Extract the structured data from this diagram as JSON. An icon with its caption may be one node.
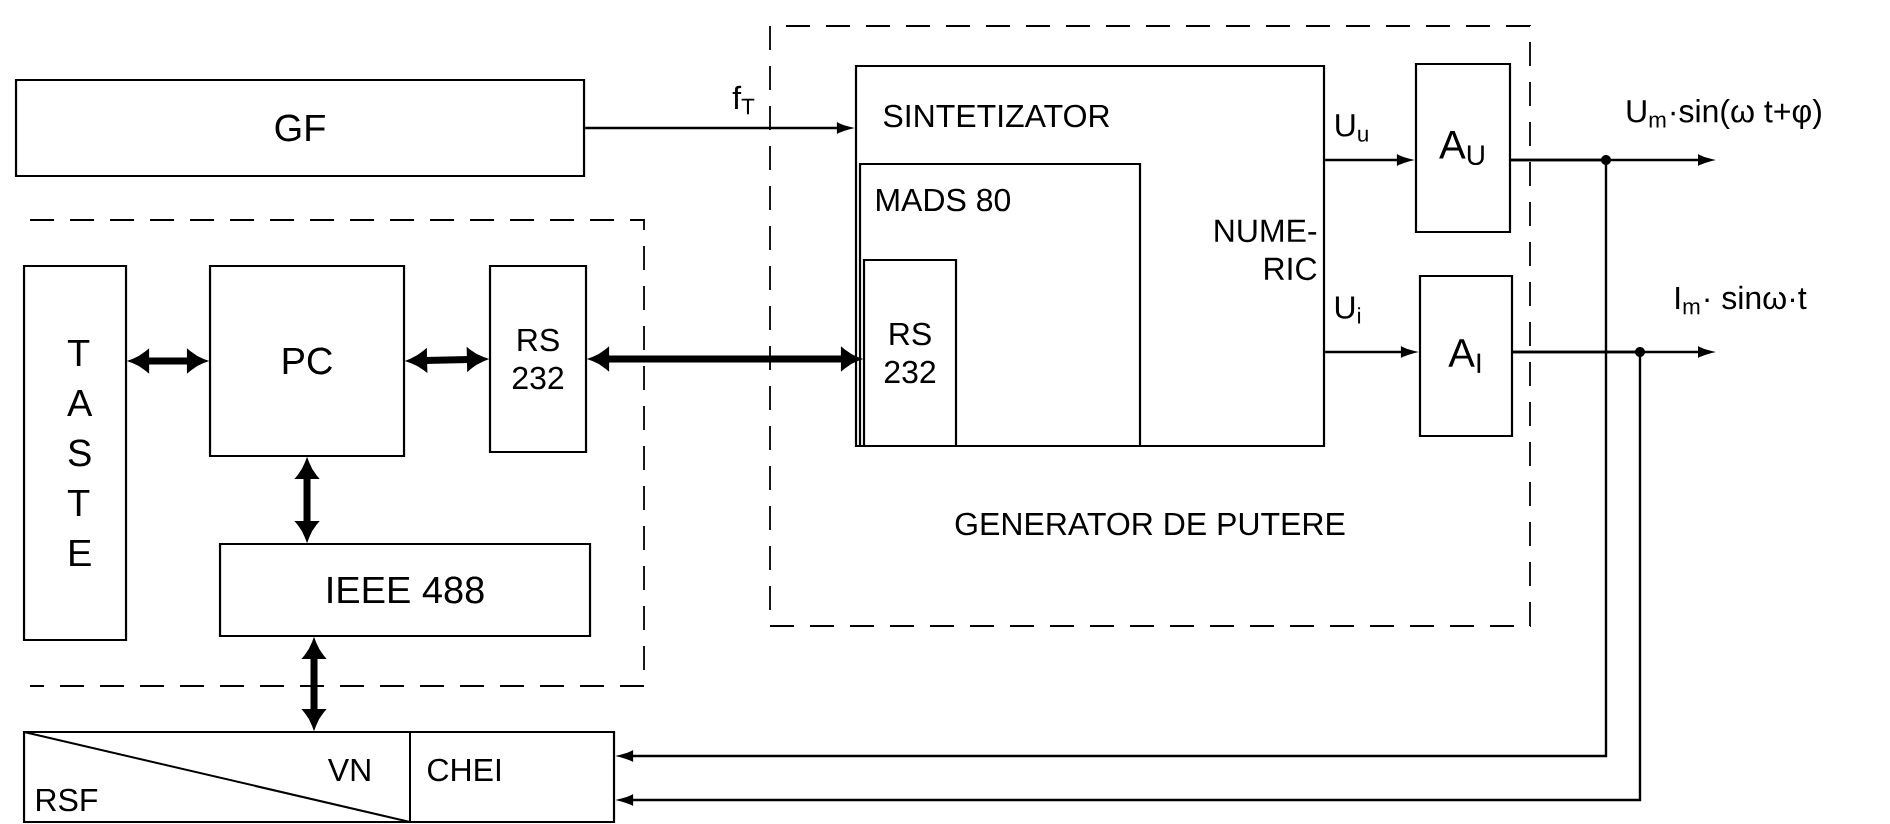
{
  "diagram": {
    "nodes": [
      {
        "text": [
          "GF"
        ]
      },
      {
        "text": [],
        "shape": "box"
      },
      {
        "text": [
          "T A S T E"
        ],
        "in": 1
      },
      {
        "text": [
          "PC"
        ],
        "in": 1
      },
      {
        "text": [
          "RS 232"
        ],
        "in": 1
      },
      {
        "text": [
          "IEEE 488"
        ],
        "in": 1
      },
      {
        "text": [
          "GENERATOR DE PUTERE"
        ]
      },
      {
        "text": [
          "SINTETIZATOR",
          "NUME- RIC"
        ],
        "in": 6
      },
      {
        "text": [
          "MADS 80"
        ],
        "in": 7
      },
      {
        "text": [
          "RS 232"
        ],
        "in": 8
      },
      {
        "text": [
          "A$_{U}$"
        ],
        "in": 6
      },
      {
        "text": [
          "A$_{I}$"
        ],
        "in": 6
      },
      {
        "text": [
          "RSF",
          "VN",
          "CHEI"
        ]
      }
    ],
    "edges": [
      {
        "from": 0,
        "to": 7,
        "arrow": "to",
        "label": "f$_{T}$"
      },
      {
        "from": 2,
        "to": 3,
        "arrow": "both",
        "style": "thick"
      },
      {
        "from": 3,
        "to": 4,
        "arrow": "both",
        "style": "thick"
      },
      {
        "from": 4,
        "to": 9,
        "arrow": "both",
        "style": "thick"
      },
      {
        "from": 3,
        "to": 5,
        "arrow": "both",
        "style": "thick"
      },
      {
        "from": 5,
        "to": 12,
        "arrow": "both",
        "style": "thick"
      },
      {
        "from": 7,
        "to": 10,
        "arrow": "to",
        "label": "U$_{u}$"
      },
      {
        "from": 7,
        "to": 11,
        "arrow": "to",
        "label": "U$_{i}$"
      },
      {
        "from": 10,
        "to": null,
        "arrow": "to",
        "label": "U$_{m}$·sin(ω t+φ)"
      },
      {
        "from": 11,
        "to": null,
        "arrow": "to",
        "label": "I$_{m}$· sinω·t"
      },
      {
        "from": 10,
        "to": 12,
        "arrow": "to"
      },
      {
        "from": 11,
        "to": 12,
        "arrow": "to"
      }
    ]
  }
}
